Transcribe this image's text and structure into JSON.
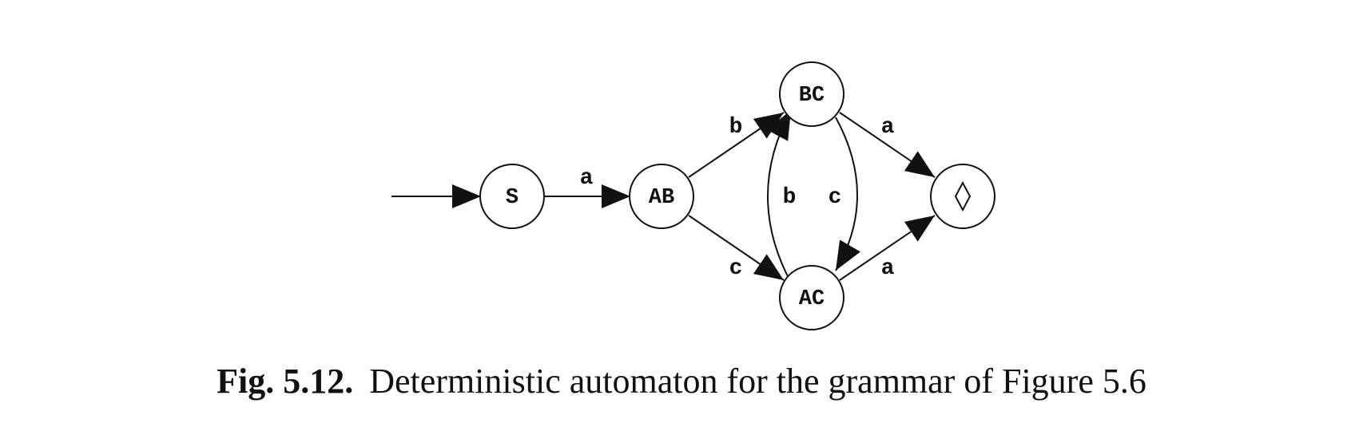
{
  "figure": {
    "caption_number": "Fig. 5.12.",
    "caption_text": "Deterministic automaton for the grammar of Figure 5.6"
  },
  "automaton": {
    "start_state": "S",
    "states": [
      {
        "id": "S",
        "label": "S"
      },
      {
        "id": "AB",
        "label": "AB"
      },
      {
        "id": "BC",
        "label": "BC"
      },
      {
        "id": "AC",
        "label": "AC"
      },
      {
        "id": "F",
        "label": "",
        "symbol": "diamond",
        "final": true
      }
    ],
    "transitions": [
      {
        "from": "S",
        "to": "AB",
        "label": "a"
      },
      {
        "from": "AB",
        "to": "BC",
        "label": "b"
      },
      {
        "from": "AB",
        "to": "AC",
        "label": "c"
      },
      {
        "from": "BC",
        "to": "F",
        "label": "a"
      },
      {
        "from": "AC",
        "to": "F",
        "label": "a"
      },
      {
        "from": "AC",
        "to": "BC",
        "label": "b"
      },
      {
        "from": "BC",
        "to": "AC",
        "label": "c"
      }
    ]
  }
}
